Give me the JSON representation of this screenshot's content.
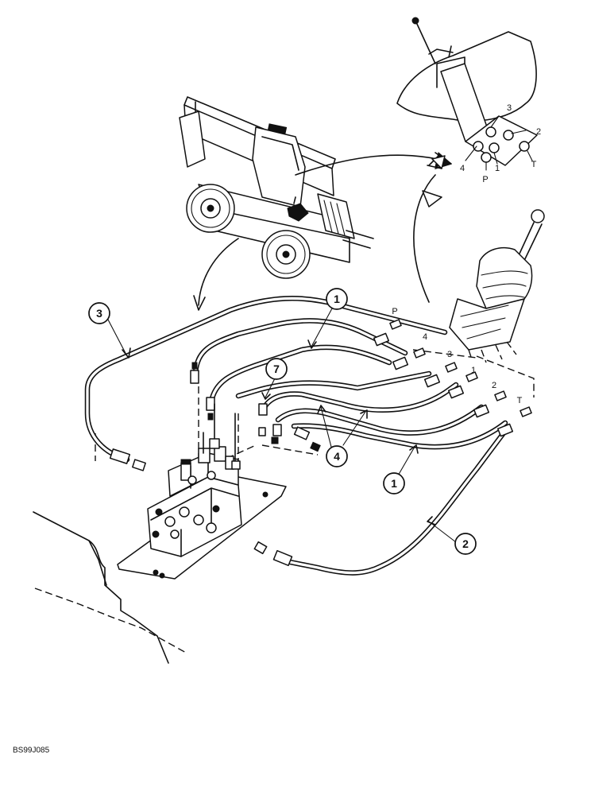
{
  "figure_ref": "BS99J085",
  "callouts": {
    "c1_top": "1",
    "c1_bottom": "1",
    "c2": "2",
    "c3": "3",
    "c4": "4",
    "c7": "7"
  },
  "hose_ports": {
    "P": "P",
    "h4": "4",
    "h3": "3",
    "h1": "1",
    "h2": "2",
    "T": "T"
  },
  "base_ports": {
    "p3": "3",
    "p2": "2",
    "p4": "4",
    "p1": "1",
    "pP": "P",
    "pT": "T"
  }
}
